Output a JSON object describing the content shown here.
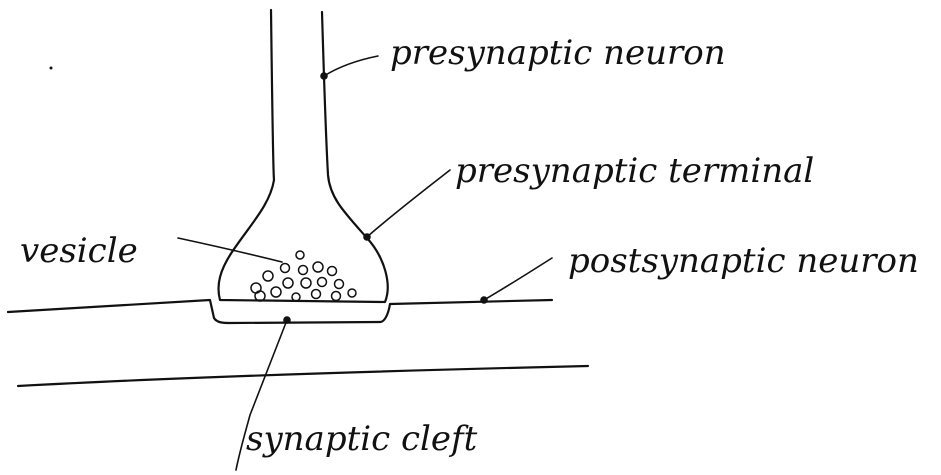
{
  "labels": {
    "presynaptic_neuron": "presynaptic neuron",
    "presynaptic_terminal": "presynaptic terminal",
    "vesicle": "vesicle",
    "postsynaptic_neuron": "postsynaptic neuron",
    "synaptic_cleft": "synaptic cleft"
  },
  "colors": {
    "ink": "#111111",
    "background": "#ffffff"
  }
}
